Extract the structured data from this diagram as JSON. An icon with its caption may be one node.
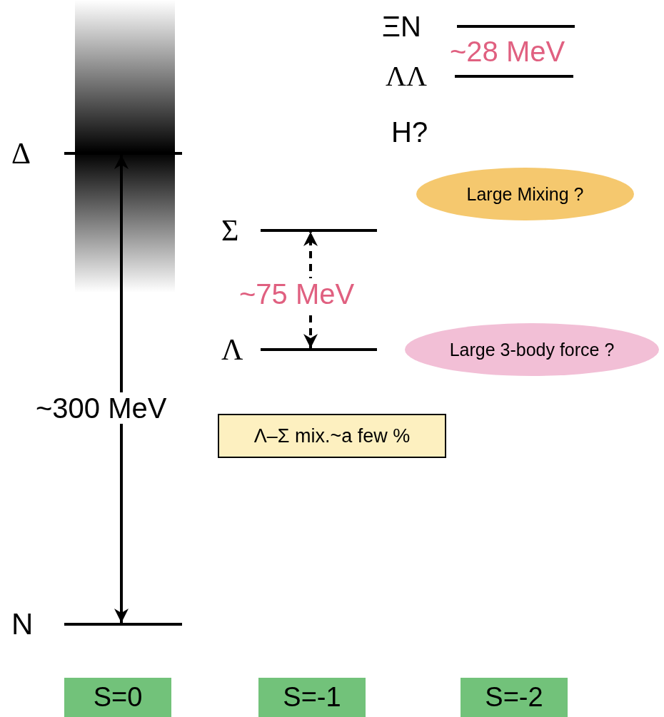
{
  "diagram": {
    "nodes": [
      {
        "text": [
          "ΞN"
        ]
      },
      {
        "text": [
          "ΛΛ"
        ]
      },
      {
        "text": [
          "Δ"
        ]
      },
      {
        "text": [
          "Large Mixing ?"
        ]
      },
      {
        "text": [
          "Σ"
        ]
      },
      {
        "text": [
          "Λ"
        ]
      },
      {
        "text": [
          "Large 3-body force ?"
        ]
      },
      {
        "text": [
          "Λ–Σ mix.~a few %"
        ]
      },
      {
        "text": [
          "N"
        ]
      },
      {
        "text": [
          "S=0"
        ]
      },
      {
        "text": [
          "S=-1"
        ]
      },
      {
        "text": [
          "S=-2"
        ]
      }
    ],
    "edges": [
      {
        "from": 8,
        "to": 2,
        "arrow": "both",
        "label": "~300 MeV"
      },
      {
        "from": 5,
        "to": 4,
        "arrow": "both",
        "label": "~75 MeV",
        "style": "dashed"
      }
    ],
    "labels": [
      "~28 MeV",
      "H?"
    ]
  }
}
